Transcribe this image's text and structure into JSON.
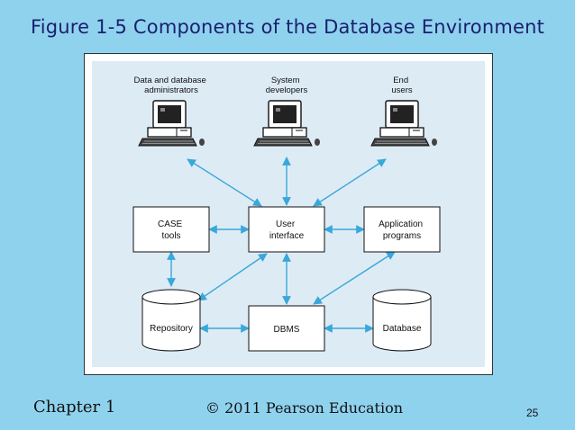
{
  "slide": {
    "title": "Figure 1-5 Components of the Database Environment",
    "footer_left": "Chapter 1",
    "footer_center": "© 2011 Pearson Education",
    "page_number": "25"
  },
  "diagram": {
    "users": [
      {
        "id": "dba",
        "lines": [
          "Data and database",
          "administrators"
        ]
      },
      {
        "id": "dev",
        "lines": [
          "System",
          "developers"
        ]
      },
      {
        "id": "end",
        "lines": [
          "End",
          "users"
        ]
      }
    ],
    "components": {
      "case_tools": [
        "CASE",
        "tools"
      ],
      "user_interface": [
        "User",
        "interface"
      ],
      "application_programs": [
        "Application",
        "programs"
      ],
      "repository": "Repository",
      "dbms": "DBMS",
      "database": "Database"
    }
  },
  "colors": {
    "background": "#8fd2ee",
    "title": "#1b1f6e",
    "figure_bg": "#ddebf5",
    "arrow": "#3aa7d9"
  }
}
